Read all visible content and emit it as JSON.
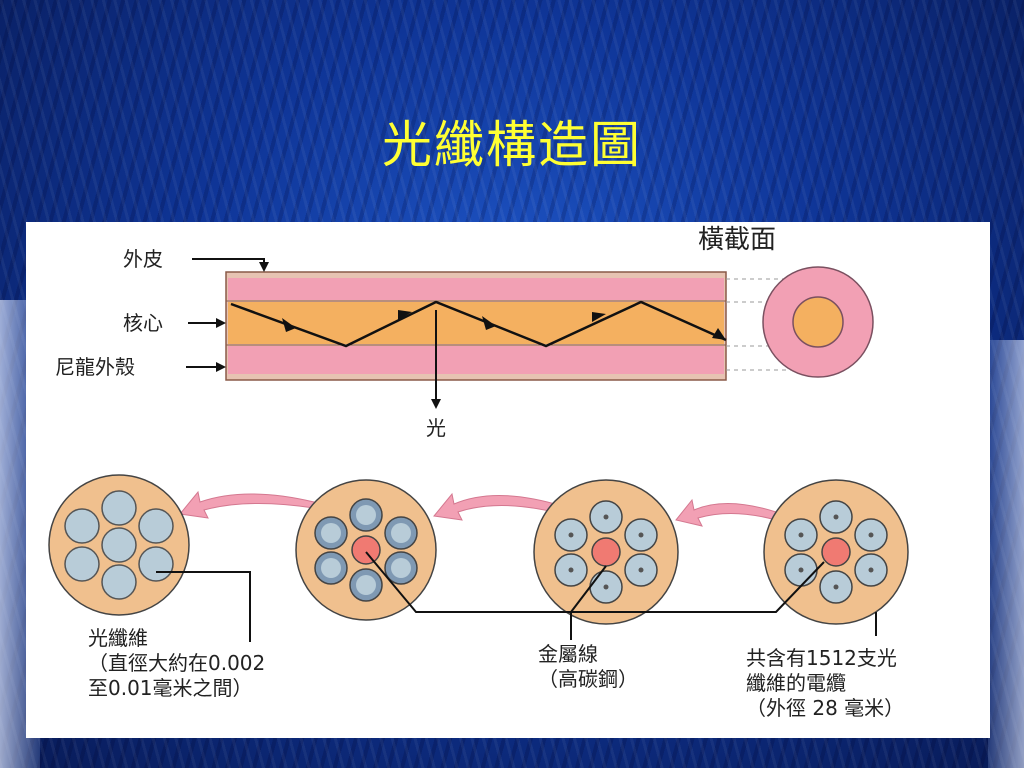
{
  "slide": {
    "title": "光纖構造圖"
  },
  "diagram": {
    "section_label": "橫截面",
    "layer_labels": {
      "jacket": "外皮",
      "core": "核心",
      "nylon_shell": "尼龍外殼"
    },
    "light_label": "光",
    "fiber_label": [
      "光纖維",
      "（直徑大約在0.002",
      "至0.01毫米之間）"
    ],
    "wire_label": [
      "金屬線",
      "（高碳鋼）"
    ],
    "cable_label": [
      "共含有1512支光",
      "纖維的電纜",
      "（外徑  28  毫米）"
    ]
  },
  "colors": {
    "title": "#ffff33",
    "jacket_pink": "#f2a0b4",
    "core_orange": "#f4b060",
    "bundle_tan": "#f0c08e",
    "strand_blue": "#b8ccd8",
    "center_red": "#f07a72",
    "arrow_pink": "#f2a0b4"
  }
}
